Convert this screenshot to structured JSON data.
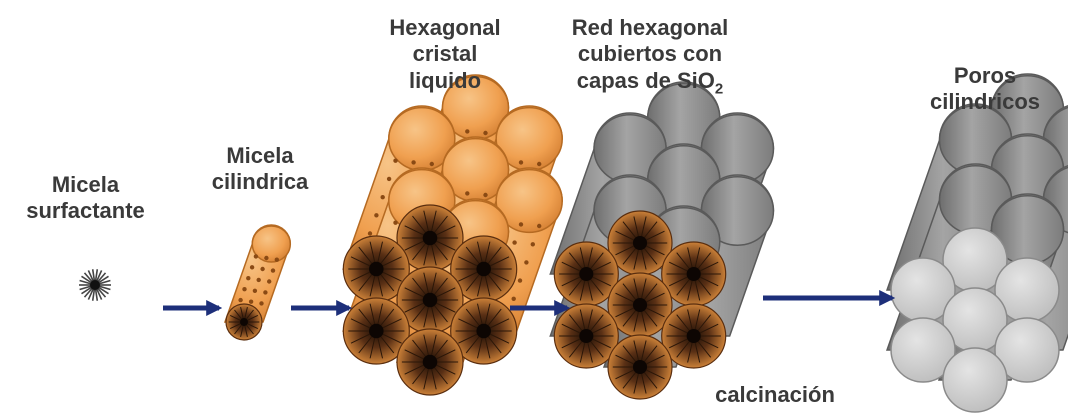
{
  "stages": [
    {
      "id": "micelle",
      "lines": [
        "Micela",
        "surfactante"
      ]
    },
    {
      "id": "cylindrical-micelle",
      "lines": [
        "Micela",
        "cilindrica"
      ]
    },
    {
      "id": "liquid-crystal",
      "lines": [
        "Hexagonal",
        "cristal",
        "liquido"
      ]
    },
    {
      "id": "silica-network",
      "lines": [
        "Red hexagonal",
        "cubiertos con"
      ],
      "line_last_prefix": "capas de SiO",
      "line_last_subscript": "2"
    },
    {
      "id": "cylindrical-pores",
      "lines": [
        "Poros",
        "cilindricos"
      ]
    }
  ],
  "transition_label": "calcinación",
  "colors": {
    "micelle_orange": "#f0a050",
    "micelle_dark": "#2a1608",
    "silica_gray": "#8c8c8c",
    "pore_gray": "#cfcfcf",
    "arrow_navy": "#1d2f7a",
    "label_text": "#3a3a3a"
  }
}
